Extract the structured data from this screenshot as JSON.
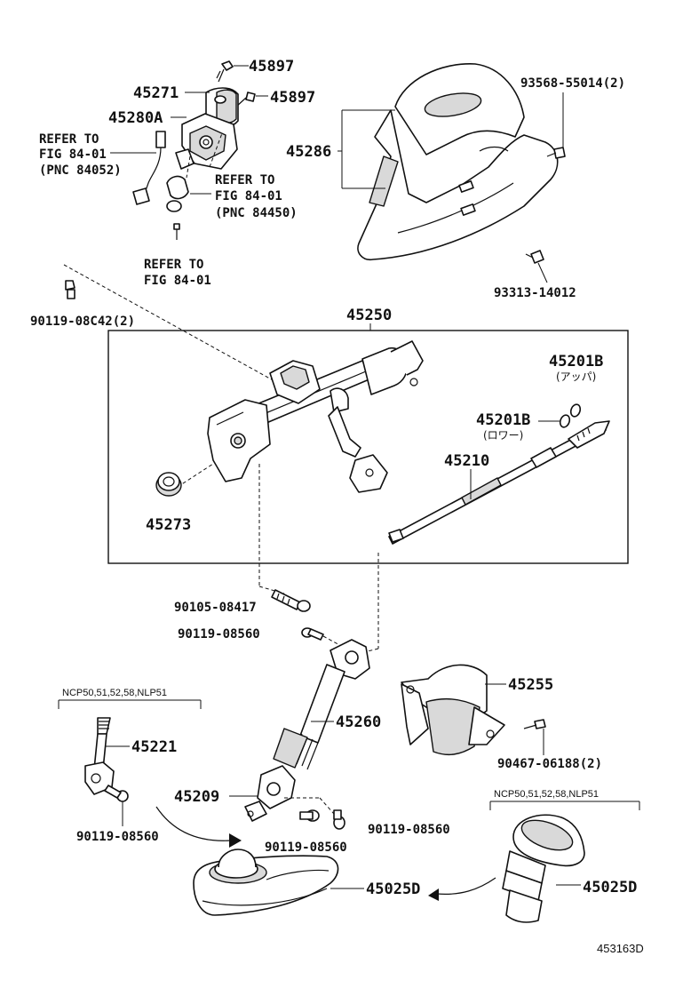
{
  "parts": {
    "p45897_top": "45897",
    "p45271": "45271",
    "p45897_mid": "45897",
    "p45280a": "45280A",
    "p45286": "45286",
    "p93568": "93568-55014(2)",
    "p93313": "93313-14012",
    "p90119_08c42": "90119-08C42(2)",
    "p45250": "45250",
    "p45201b_upper": "45201B",
    "p45201b_lower": "45201B",
    "p45210": "45210",
    "p45273": "45273",
    "p90105": "90105-08417",
    "p90119_a": "90119-08560",
    "p45255": "45255",
    "p45260": "45260",
    "p90467": "90467-06188(2)",
    "p45221": "45221",
    "p90119_b": "90119-08560",
    "p45209": "45209",
    "p90119_c": "90119-08560",
    "p90119_d": "90119-08560",
    "p45025d_left": "45025D",
    "p45025d_right": "45025D"
  },
  "jp": {
    "upper": "(アッパ)",
    "lower": "(ロワー)"
  },
  "refs": {
    "ref1": [
      "REFER TO",
      "FIG 84-01",
      "(PNC 84052)"
    ],
    "ref2": [
      "REFER TO",
      "FIG 84-01",
      "(PNC 84450)"
    ],
    "ref3": [
      "REFER TO",
      "FIG 84-01"
    ]
  },
  "notes": {
    "ncp_left": "NCP50,51,52,58,NLP51",
    "ncp_right": "NCP50,51,52,58,NLP51"
  },
  "code": "453163D"
}
